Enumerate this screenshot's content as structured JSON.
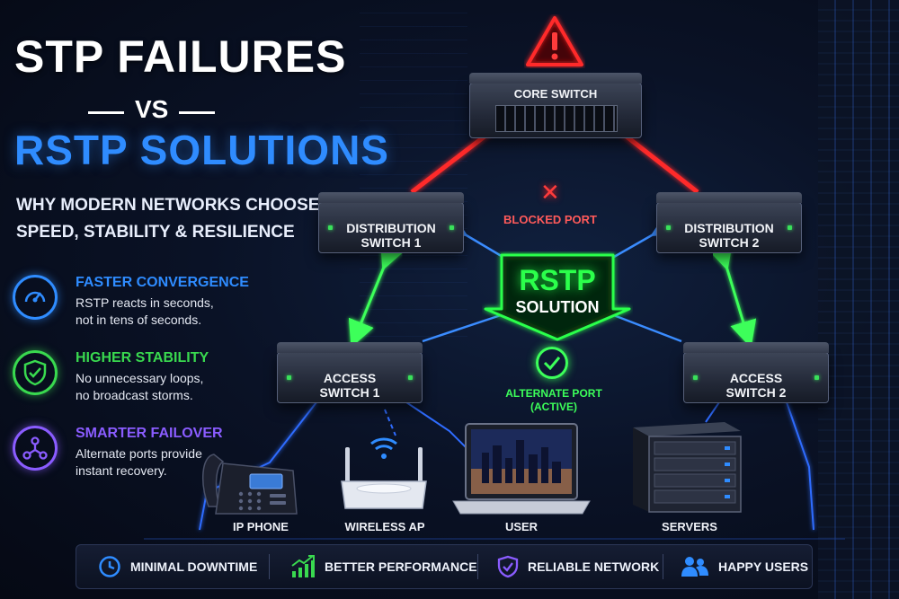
{
  "title": {
    "line1": "STP FAILURES",
    "vs": "VS",
    "line2": "RSTP SOLUTIONS",
    "subtitle_1": "WHY MODERN NETWORKS CHOOSE",
    "subtitle_2": "SPEED, STABILITY & RESILIENCE"
  },
  "features": [
    {
      "title": "FASTER CONVERGENCE",
      "desc_1": "RSTP reacts in seconds,",
      "desc_2": "not in tens of seconds.",
      "color": "#2f8cff",
      "icon": "speedometer-icon"
    },
    {
      "title": "HIGHER STABILITY",
      "desc_1": "No unnecessary loops,",
      "desc_2": "no broadcast storms.",
      "color": "#39d94f",
      "icon": "shield-check-icon"
    },
    {
      "title": "SMARTER FAILOVER",
      "desc_1": "Alternate ports provide",
      "desc_2": "instant recovery.",
      "color": "#8a5cff",
      "icon": "network-nodes-icon"
    }
  ],
  "switches": {
    "core": "CORE SWITCH",
    "dist1_a": "DISTRIBUTION",
    "dist1_b": "SWITCH 1",
    "dist2_a": "DISTRIBUTION",
    "dist2_b": "SWITCH 2",
    "access1_a": "ACCESS",
    "access1_b": "SWITCH 1",
    "access2_a": "ACCESS",
    "access2_b": "SWITCH 2"
  },
  "blocked_port": "BLOCKED PORT",
  "rstp": {
    "word": "RSTP",
    "solution": "SOLUTION"
  },
  "alternate": {
    "line1": "ALTERNATE PORT",
    "line2": "(ACTIVE)"
  },
  "devices": [
    "IP PHONE",
    "WIRELESS AP",
    "USER",
    "SERVERS"
  ],
  "benefits": [
    {
      "label": "MINIMAL DOWNTIME",
      "icon": "clock-icon",
      "color": "#2f8cff"
    },
    {
      "label": "BETTER PERFORMANCE",
      "icon": "growth-chart-icon",
      "color": "#39d94f"
    },
    {
      "label": "RELIABLE NETWORK",
      "icon": "shield-check-icon",
      "color": "#8a5cff"
    },
    {
      "label": "HAPPY USERS",
      "icon": "users-icon",
      "color": "#2f8cff"
    }
  ],
  "colors": {
    "stp_failure": "#ff2a2a",
    "rstp": "#2bff4b",
    "access_link": "#2f6cff"
  }
}
